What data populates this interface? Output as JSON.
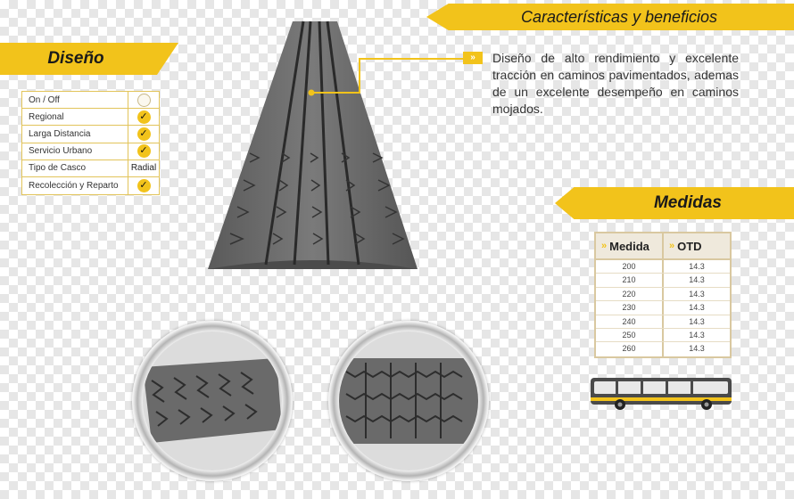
{
  "headers": {
    "diseno": "Diseño",
    "caracteristicas": "Características y beneficios",
    "medidas": "Medidas"
  },
  "design_list": [
    {
      "label": "On / Off",
      "value_type": "empty"
    },
    {
      "label": "Regional",
      "value_type": "check"
    },
    {
      "label": "Larga Distancia",
      "value_type": "check"
    },
    {
      "label": "Servicio Urbano",
      "value_type": "check"
    },
    {
      "label": "Tipo de Casco",
      "value_type": "text",
      "value": "Radial"
    },
    {
      "label": "Recolección y Reparto",
      "value_type": "check"
    }
  ],
  "description": "Diseño de alto rendimiento y excelente tracción en caminos pavimentados, ademas de un excelente desempeño en caminos mojados.",
  "sizes_table": {
    "columns": [
      "Medida",
      "OTD"
    ],
    "rows": [
      [
        "200",
        "14.3"
      ],
      [
        "210",
        "14.3"
      ],
      [
        "220",
        "14.3"
      ],
      [
        "230",
        "14.3"
      ],
      [
        "240",
        "14.3"
      ],
      [
        "250",
        "14.3"
      ],
      [
        "260",
        "14.3"
      ]
    ]
  },
  "icons": {
    "arrow": "double-chevron-icon",
    "check": "checkmark-icon",
    "vehicle": "bus-icon"
  },
  "colors": {
    "accent": "#f2c31b",
    "text": "#333333",
    "table_border": "#d9c8a0"
  }
}
